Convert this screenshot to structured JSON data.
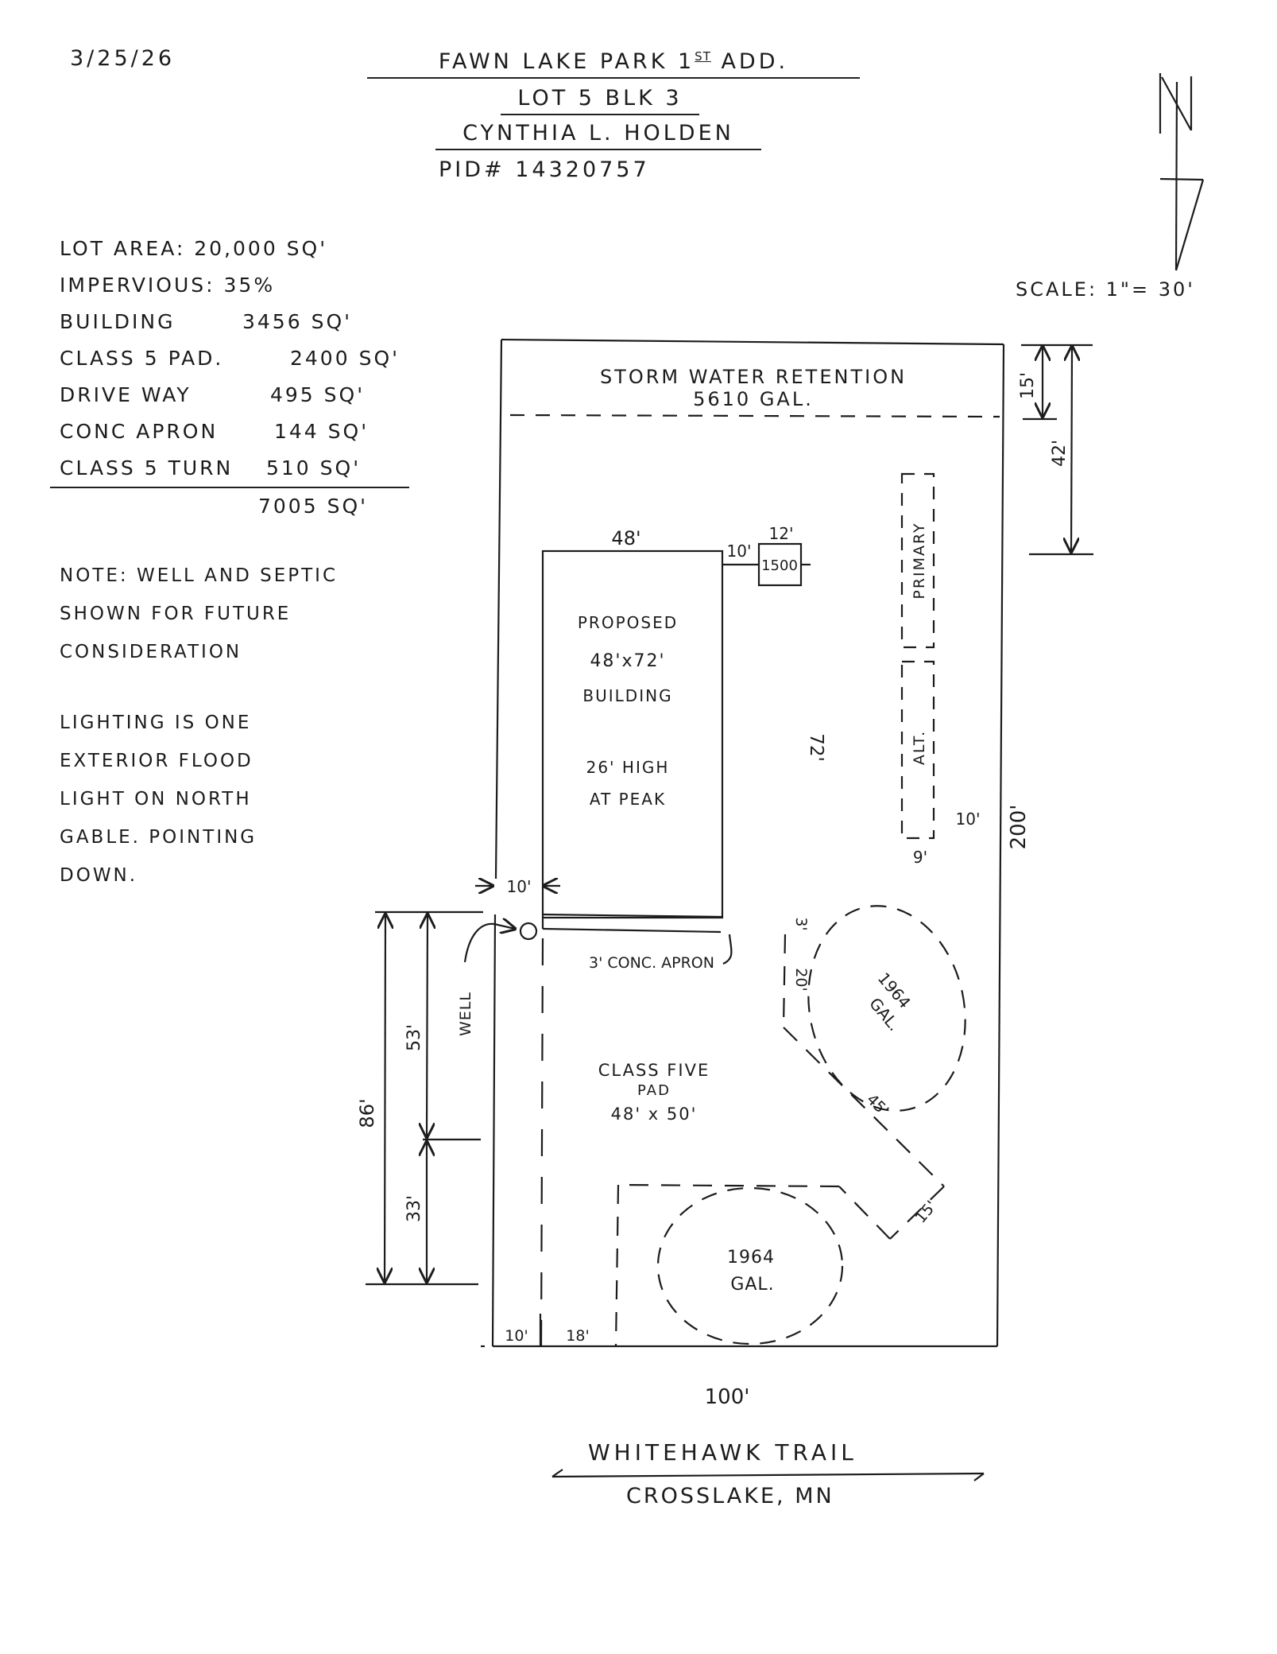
{
  "header": {
    "date": "3/25/26",
    "subdivision": "FAWN LAKE PARK 1",
    "subdivision_suffix": "ST",
    "subdivision_tail": "ADD.",
    "lot": "LOT 5  BLK 3",
    "owner": "CYNTHIA L. HOLDEN",
    "pid": "PID# 14320757"
  },
  "north_arrow": {
    "label": "N"
  },
  "scale": "SCALE: 1\"= 30'",
  "areas": [
    {
      "label": "LOT AREA:",
      "value": "20,000 SQ'"
    },
    {
      "label": "IMPERVIOUS:",
      "value": "35%"
    },
    {
      "label": "BUILDING",
      "value": "3456 SQ'"
    },
    {
      "label": "CLASS 5 PAD.",
      "value": "2400 SQ'"
    },
    {
      "label": "DRIVE WAY",
      "value": "495 SQ'"
    },
    {
      "label": "CONC APRON",
      "value": "144 SQ'"
    },
    {
      "label": "CLASS 5 TURN",
      "value": "510 SQ'"
    }
  ],
  "areas_total": "7005 SQ'",
  "notes": {
    "septic": [
      "NOTE: WELL AND SEPTIC",
      "SHOWN FOR FUTURE",
      "CONSIDERATION"
    ],
    "lighting": [
      "LIGHTING IS ONE",
      "EXTERIOR FLOOD",
      "LIGHT ON NORTH",
      "GABLE. POINTING",
      "DOWN."
    ]
  },
  "plan": {
    "storm_water": {
      "line1": "STORM WATER RETENTION",
      "line2": "5610 GAL."
    },
    "building": {
      "line1": "PROPOSED",
      "line2": "48'x72'",
      "line3": "BUILDING",
      "line4": "26' HIGH",
      "line5": "AT PEAK",
      "width_label": "48'",
      "length_label": "72'"
    },
    "tank": {
      "label": "1500",
      "width_label": "12'",
      "offset_label": "10'"
    },
    "drainfields": {
      "primary": "PRIMARY",
      "alt": "ALT.",
      "width_label": "9'",
      "setback_label": "10'"
    },
    "apron": {
      "label": "3' CONC. APRON",
      "depth_label": "3'"
    },
    "pad": {
      "line1": "CLASS FIVE",
      "line2": "PAD",
      "line3": "48' x 50'"
    },
    "well": {
      "label": "WELL"
    },
    "drive_setback_label": "10'",
    "turn": {
      "side_label": "20'",
      "diag_label": "45'",
      "end_label": "15'"
    },
    "tanks_1964": [
      {
        "line1": "1964",
        "line2": "GAL."
      },
      {
        "line1": "1964",
        "line2": "GAL."
      }
    ],
    "dims": {
      "lot_depth": "200'",
      "lot_width": "100'",
      "north_setback": "15'",
      "north_to_building": "42'",
      "well_total": "86'",
      "well_upper": "53'",
      "well_lower": "33'",
      "bottom_left": "10'",
      "bottom_mid": "18'"
    }
  },
  "road": {
    "name": "WHITEHAWK TRAIL",
    "city": "CROSSLAKE, MN"
  },
  "colors": {
    "ink": "#1c1c1c",
    "paper": "#ffffff"
  }
}
